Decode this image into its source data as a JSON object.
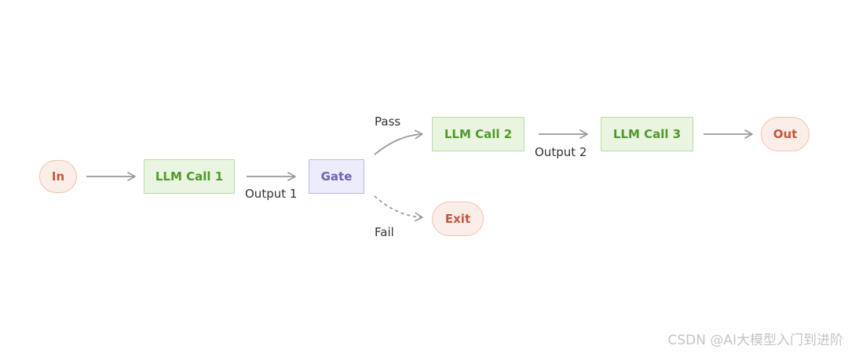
{
  "nodes": {
    "in": "In",
    "llm_call_1": "LLM Call 1",
    "gate": "Gate",
    "llm_call_2": "LLM Call 2",
    "llm_call_3": "LLM Call 3",
    "out": "Out",
    "exit": "Exit"
  },
  "edge_labels": {
    "output_1": "Output 1",
    "output_2": "Output 2",
    "pass": "Pass",
    "fail": "Fail"
  },
  "watermark": "CSDN @AI大模型入门到进阶",
  "colors": {
    "pill_fill": "#fbeee8",
    "pill_text": "#c8553b",
    "llm_fill": "#e9f4e1",
    "llm_text": "#4f9a2c",
    "gate_fill": "#ececfa",
    "gate_text": "#6b64b8",
    "edge": "#9a9a9a"
  }
}
